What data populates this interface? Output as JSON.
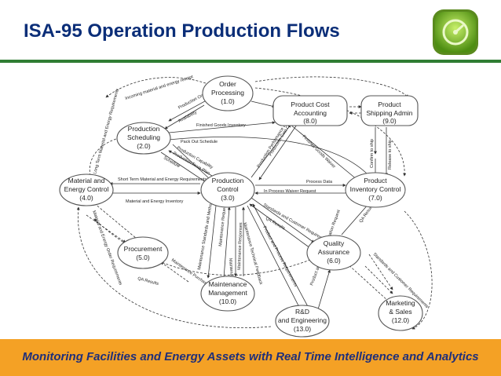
{
  "slide": {
    "title": "ISA-95 Operation Production Flows",
    "footer": "Monitoring Facilities and Energy Assets with Real Time Intelligence and Analytics"
  },
  "colors": {
    "title": "#0b2e78",
    "rule": "#2f7d33",
    "footer_bg": "#f4a125",
    "footer_text": "#1f2f7a",
    "logo": "#7cbf2a"
  },
  "nodes": {
    "order": [
      "Order",
      "Processing",
      "(1.0)"
    ],
    "scheduling": [
      "Production",
      "Scheduling",
      "(2.0)"
    ],
    "control": [
      "Production",
      "Control",
      "(3.0)"
    ],
    "material": [
      "Material and",
      "Energy Control",
      "(4.0)"
    ],
    "procurement": [
      "Procurement",
      "(5.0)"
    ],
    "quality": [
      "Quality",
      "Assurance",
      "(6.0)"
    ],
    "inventory": [
      "Product",
      "Inventory Control",
      "(7.0)"
    ],
    "cost": [
      "Product Cost",
      "Accounting",
      "(8.0)"
    ],
    "shipping": [
      "Product",
      "Shipping Admin",
      "(9.0)"
    ],
    "maintenance": [
      "Maintenance",
      "Management",
      "(10.0)"
    ],
    "marketing": [
      "Marketing",
      "& Sales",
      "(12.0)"
    ],
    "rnd": [
      "R&D",
      "and Engineering",
      "(13.0)"
    ]
  },
  "flow_labels": {
    "incoming": "Incoming material and energy receipt",
    "prod_orders": "Production Orders",
    "availability": "Availability",
    "finished_goods": "Finished Goods Inventory",
    "pack_out": "Pack Out Schedule",
    "capability": "Production Capability",
    "from_plan": "Production From Plan",
    "schedule": "Schedule",
    "short_term": "Short Term Material and Energy Requirements",
    "mat_inventory": "Material and Energy Inventory",
    "process_data": "Process Data",
    "waiver": "In Process Waiver Request",
    "standards": "Standards and Customer Requirements",
    "qa_results": "QA Results",
    "confirm_ship": "Confirm to ship",
    "release_ship": "Release to ship",
    "qa_results_2": "QA Results",
    "maint_std": "Maintenance Standards and Methods",
    "maint_requests": "Maintenance Requests",
    "maint_feedback": "Maintenance Feedback",
    "maint_responses": "Maintenance Responses",
    "tech_feedback": "Maintenance Technical Feedback",
    "prod_cost_obj": "Production Cost Objectives",
    "finished_waiver": "Finished Goods Waiver",
    "perf_costs": "Production Performance and Costs",
    "long_term": "Long Term Material and Energy Requirements",
    "mat_energy_order": "Material and Energy Order Requirements",
    "maint_purchase": "Maintenance Purchase Order Requirements",
    "qa_results_3": "QA Results",
    "std_cust_req": "Standards and Customer Requirements",
    "product_process": "Product and Process Requirements",
    "product_process_info": "Product and Process Information Request"
  }
}
